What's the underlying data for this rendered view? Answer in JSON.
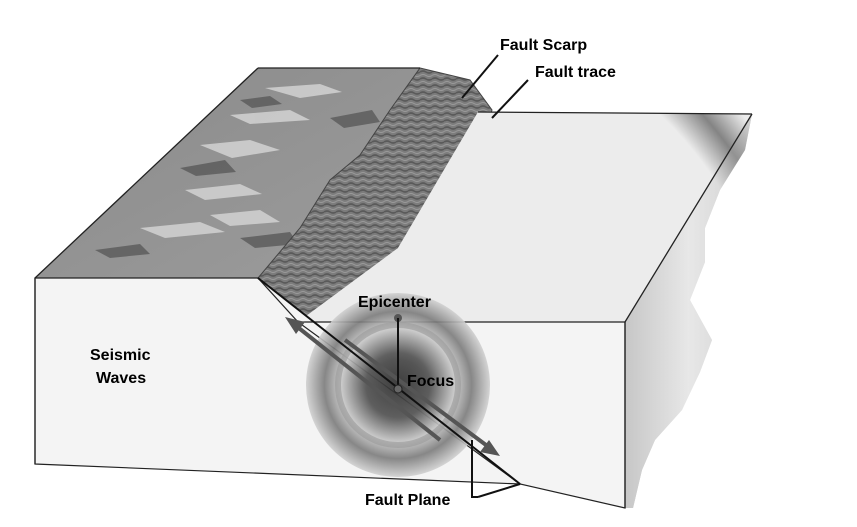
{
  "labels": {
    "fault_scarp": "Fault Scarp",
    "fault_trace": "Fault trace",
    "epicenter": "Epicenter",
    "focus": "Focus",
    "seismic_waves_line1": "Seismic",
    "seismic_waves_line2": "Waves",
    "fault_plane": "Fault Plane"
  }
}
